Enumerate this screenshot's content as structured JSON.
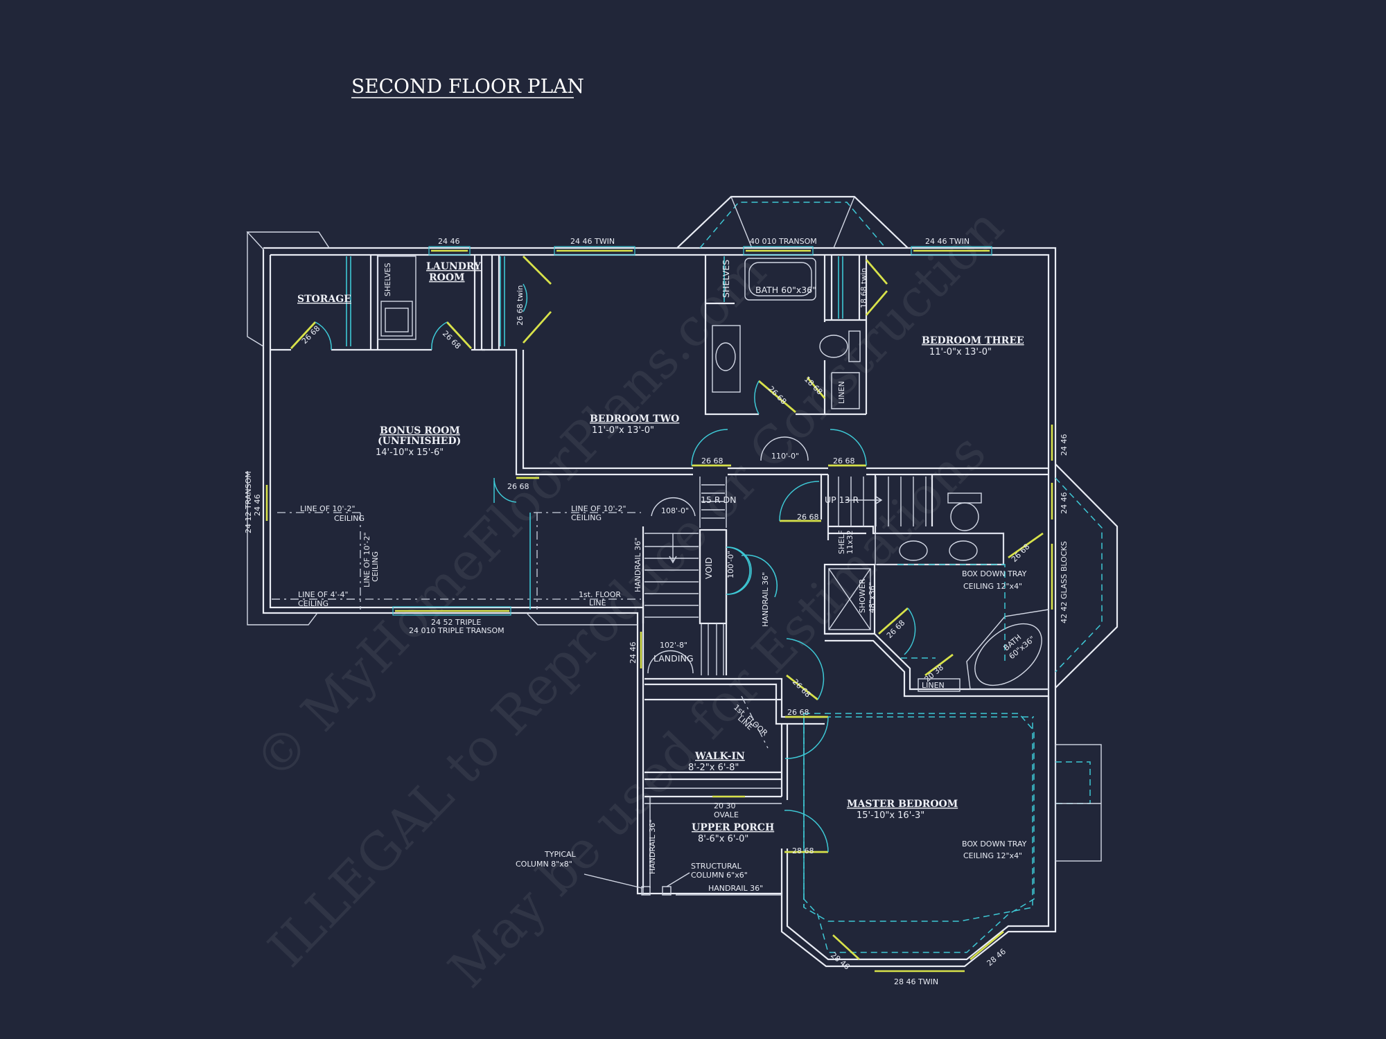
{
  "title": "SECOND FLOOR PLAN",
  "watermark": {
    "line1": "© MyHomeFloorPlans.com",
    "line2": "ILLEGAL to Reproduce or Construction",
    "line3": "May be used for Estimations"
  },
  "rooms": {
    "storage": {
      "name": "STORAGE"
    },
    "laundry": {
      "name1": "LAUNDRY",
      "name2": "ROOM"
    },
    "bonus": {
      "name": "BONUS ROOM",
      "sub": "(UNFINISHED)",
      "dim": "14'-10\"x 15'-6\""
    },
    "bedroom_two": {
      "name": "BEDROOM TWO",
      "dim": "11'-0\"x 13'-0\""
    },
    "bedroom_three": {
      "name": "BEDROOM THREE",
      "dim": "11'-0\"x 13'-0\""
    },
    "walk_in": {
      "name": "WALK-IN",
      "dim": "8'-2\"x 6'-8\""
    },
    "upper_porch": {
      "name": "UPPER PORCH",
      "dim": "8'-6\"x 6'-0\""
    },
    "master": {
      "name": "MASTER BEDROOM",
      "dim": "15'-10\"x 16'-3\""
    }
  },
  "labels": {
    "shelves": "SHELVES",
    "bath_tub": "BATH 60\"x36\"",
    "linen": "LINEN",
    "landing": "LANDING",
    "void": "VOID",
    "up_13r": "UP 13 R",
    "r15_dn": "15 R DN",
    "shower": "SHOWER",
    "shower_dim": "48\"x36\"",
    "bath_tub2a": "BATH",
    "bath_tub2b": "60\"x36\"",
    "shelf_small": "SHELF",
    "shelf_small2": "11x32",
    "line_ceiling_a1": "LINE OF 10'-2\"",
    "line_ceiling_a2": "CEILING",
    "line_ceiling_b1": "LINE OF 10'-2\"",
    "line_ceiling_b2": "CEILING",
    "line_ceiling_v1": "LINE OF 10'-2\"",
    "line_ceiling_v2": "CEILING",
    "line_ceiling_c1": "LINE OF 4'-4\"",
    "line_ceiling_c2": "CEILING",
    "first_floor_line1": "1st. FLOOR",
    "first_floor_line2": "LINE",
    "first_floor_diag1": "1st. FLOOR",
    "first_floor_diag2": "LINE",
    "handrail_36": "HANDRAIL 36\"",
    "box_tray1_a": "BOX DOWN TRAY",
    "box_tray1_b": "CEILING 12\"x4\"",
    "box_tray2_a": "BOX DOWN TRAY",
    "box_tray2_b": "CEILING 12\"x4\"",
    "typical_col_a": "TYPICAL",
    "typical_col_b": "COLUMN 8\"x8\"",
    "struct_col_a": "STRUCTURAL",
    "struct_col_b": "COLUMN 6\"x6\"",
    "oval_dim": "20 30",
    "oval": "OVALE",
    "arch_108": "108'-0\"",
    "arch_110": "110'-0\"",
    "arch_100": "100'-0\"",
    "arch_102": "102'-8\""
  },
  "windows": {
    "w_laundry": "24 46",
    "w_bed2": "24 46 TWIN",
    "w_bath": "40 010 TRANSOM",
    "w_bed3": "24 46 TWIN",
    "w_bed3_east": "24 46",
    "w_bonus_west_a": "24 12 TRANSOM",
    "w_bonus_west_b": "24 46",
    "w_bonus_south_a": "24 52 TRIPLE",
    "w_bonus_south_b": "24 010 TRIPLE TRANSOM",
    "w_landing": "24 46",
    "w_stair_east": "24 46",
    "w_glass": "42 42 GLASS BLOCKS",
    "w_master_sw": "28 46",
    "w_master_s": "28 46 TWIN",
    "w_master_se": "28 46"
  },
  "doors": {
    "d_storage": "26 68",
    "d_laundry": "26 68",
    "d_closet_b2": "26 68 twin",
    "d_closet_b3": "18 68 twin",
    "d_bath": "26 68",
    "d_linen": "18 68",
    "d_bed2": "26 68",
    "d_bed3": "26 68",
    "d_bonus": "26 68",
    "d_mbath": "26 68",
    "d_mbath2": "26 68",
    "d_mbath_wc": "26 68",
    "d_hall": "26 68",
    "d_walkin": "26 68",
    "d_master": "26 68",
    "d_porch": "28 68",
    "d_linen2": "20 38"
  }
}
